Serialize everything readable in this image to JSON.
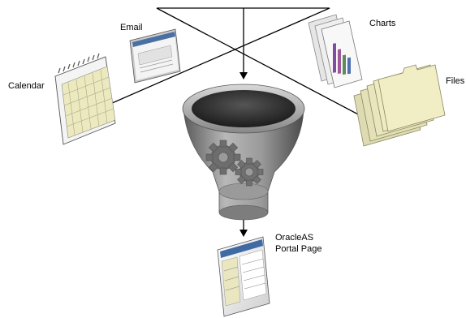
{
  "labels": {
    "email": "Email",
    "charts": "Charts",
    "calendar": "Calendar",
    "files": "Files",
    "output_line1": "OracleAS",
    "output_line2": "Portal Page"
  },
  "icons": {
    "email": "email-window-icon",
    "charts": "bar-chart-pages-icon",
    "calendar": "calendar-icon",
    "files": "folders-icon",
    "funnel": "funnel-with-gears-icon",
    "output": "portal-page-icon"
  },
  "colors": {
    "line": "#000000",
    "folder": "#ece9c2",
    "calendar_cell": "#ece9bf",
    "funnel": "#8a8a8a",
    "gear": "#6d6d6d"
  }
}
